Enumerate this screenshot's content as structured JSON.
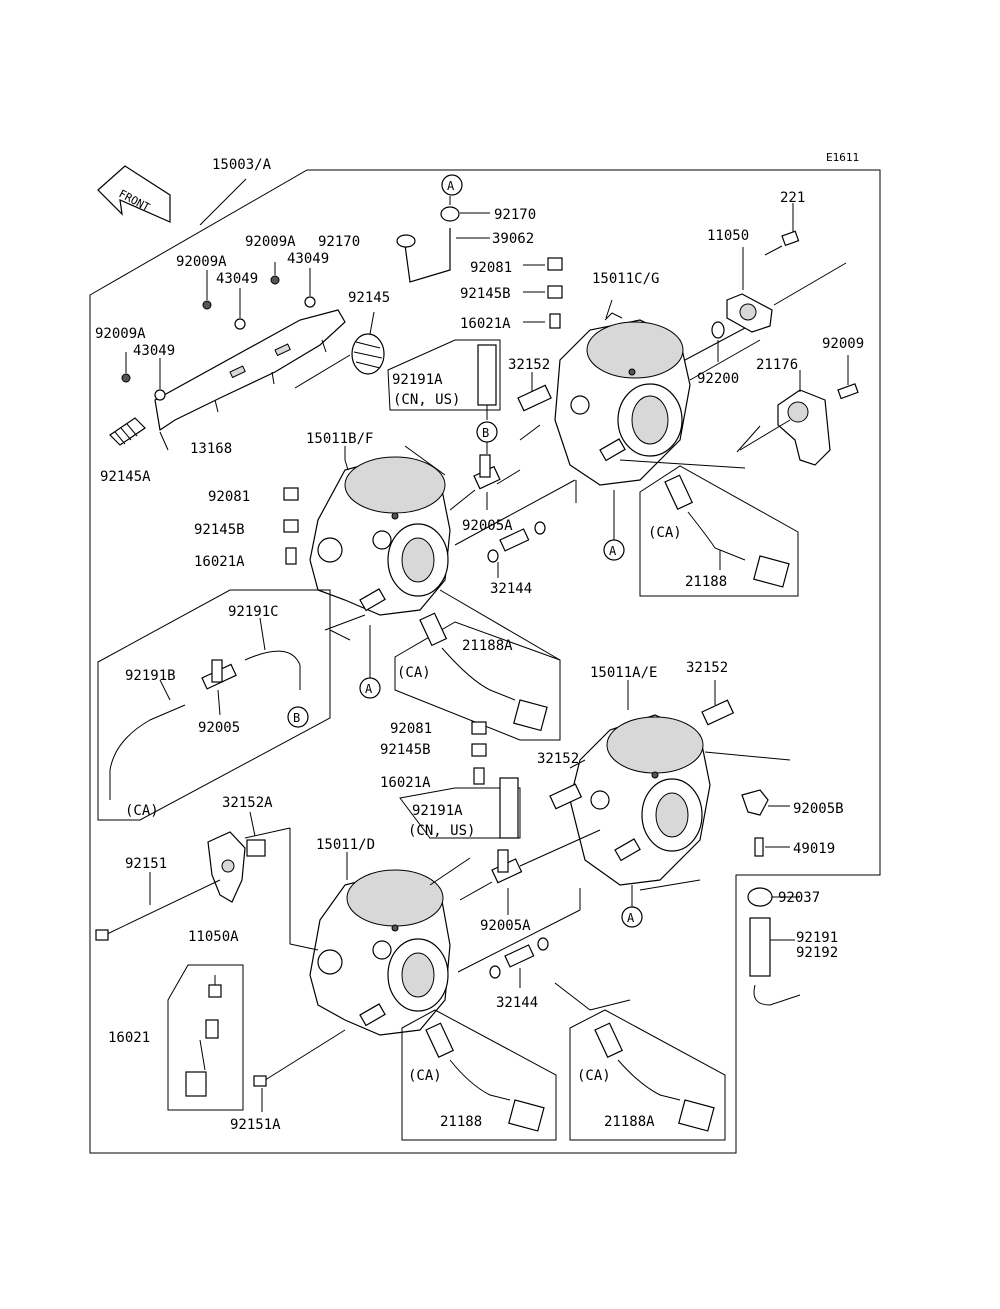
{
  "diagram_code": "E1611",
  "front_label": "FRONT",
  "callouts": [
    {
      "id": "c1",
      "text": "15003/A"
    },
    {
      "id": "c2",
      "text": "92009A"
    },
    {
      "id": "c3",
      "text": "92170"
    },
    {
      "id": "c4",
      "text": "92009A"
    },
    {
      "id": "c5",
      "text": "43049"
    },
    {
      "id": "c6",
      "text": "43049"
    },
    {
      "id": "c7",
      "text": "92145"
    },
    {
      "id": "c8",
      "text": "92009A"
    },
    {
      "id": "c9",
      "text": "43049"
    },
    {
      "id": "c10",
      "text": "13168"
    },
    {
      "id": "c11",
      "text": "92145A"
    },
    {
      "id": "c12",
      "text": "92170"
    },
    {
      "id": "c13",
      "text": "39062"
    },
    {
      "id": "c14",
      "text": "92081"
    },
    {
      "id": "c15",
      "text": "92145B"
    },
    {
      "id": "c16",
      "text": "16021A"
    },
    {
      "id": "c17",
      "text": "15011C/G"
    },
    {
      "id": "c18",
      "text": "221"
    },
    {
      "id": "c19",
      "text": "11050"
    },
    {
      "id": "c20",
      "text": "92009"
    },
    {
      "id": "c21",
      "text": "21176"
    },
    {
      "id": "c22",
      "text": "92200"
    },
    {
      "id": "c23",
      "text": "32152"
    },
    {
      "id": "c24",
      "text": "92191A"
    },
    {
      "id": "c25",
      "text": "(CN, US)"
    },
    {
      "id": "c26",
      "text": "15011B/F"
    },
    {
      "id": "c27",
      "text": "92081"
    },
    {
      "id": "c28",
      "text": "92145B"
    },
    {
      "id": "c29",
      "text": "16021A"
    },
    {
      "id": "c30",
      "text": "92005A"
    },
    {
      "id": "c31",
      "text": "32144"
    },
    {
      "id": "c32",
      "text": "(CA)"
    },
    {
      "id": "c33",
      "text": "21188"
    },
    {
      "id": "c34",
      "text": "92191C"
    },
    {
      "id": "c35",
      "text": "92191B"
    },
    {
      "id": "c36",
      "text": "92005"
    },
    {
      "id": "c37",
      "text": "21188A"
    },
    {
      "id": "c38",
      "text": "(CA)"
    },
    {
      "id": "c39",
      "text": "15011A/E"
    },
    {
      "id": "c40",
      "text": "32152"
    },
    {
      "id": "c41",
      "text": "92081"
    },
    {
      "id": "c42",
      "text": "92145B"
    },
    {
      "id": "c43",
      "text": "16021A"
    },
    {
      "id": "c44",
      "text": "32152"
    },
    {
      "id": "c45",
      "text": "92191A"
    },
    {
      "id": "c46",
      "text": "(CN, US)"
    },
    {
      "id": "c47",
      "text": "92005B"
    },
    {
      "id": "c48",
      "text": "49019"
    },
    {
      "id": "c49",
      "text": "(CA)"
    },
    {
      "id": "c50",
      "text": "32152A"
    },
    {
      "id": "c51",
      "text": "92151"
    },
    {
      "id": "c52",
      "text": "11050A"
    },
    {
      "id": "c53",
      "text": "15011/D"
    },
    {
      "id": "c54",
      "text": "92005A"
    },
    {
      "id": "c55",
      "text": "92037"
    },
    {
      "id": "c56",
      "text": "92191"
    },
    {
      "id": "c57",
      "text": "92192"
    },
    {
      "id": "c58",
      "text": "32144"
    },
    {
      "id": "c59",
      "text": "16021"
    },
    {
      "id": "c60",
      "text": "(CA)"
    },
    {
      "id": "c61",
      "text": "(CA)"
    },
    {
      "id": "c62",
      "text": "21188"
    },
    {
      "id": "c63",
      "text": "21188A"
    },
    {
      "id": "c64",
      "text": "92151A"
    }
  ],
  "markers": [
    {
      "id": "m1",
      "text": "A"
    },
    {
      "id": "m2",
      "text": "B"
    },
    {
      "id": "m3",
      "text": "A"
    },
    {
      "id": "m4",
      "text": "A"
    },
    {
      "id": "m5",
      "text": "B"
    },
    {
      "id": "m6",
      "text": "A"
    }
  ]
}
